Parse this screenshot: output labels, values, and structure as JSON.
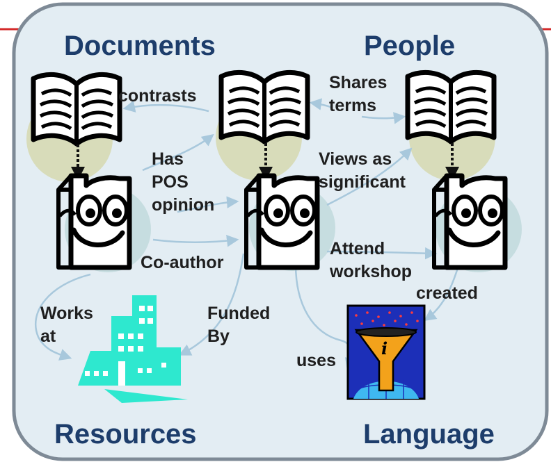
{
  "categories": {
    "documents": "Documents",
    "people": "People",
    "resources": "Resources",
    "language": "Language"
  },
  "relations": {
    "contrasts": "contrasts",
    "shares_terms": [
      "Shares",
      "terms"
    ],
    "has_pos_opinion": [
      "Has",
      "POS",
      "opinion"
    ],
    "views_as_significant": [
      "Views as",
      "significant"
    ],
    "co_author": "Co-author",
    "attend_workshop": [
      "Attend",
      "workshop"
    ],
    "created": "created",
    "works_at": [
      "Works",
      "at"
    ],
    "funded_by": [
      "Funded",
      "By"
    ],
    "uses": "uses"
  },
  "icons": [
    "open-book-icon",
    "smiley-document-icon",
    "office-building-icon",
    "information-funnel-icon"
  ],
  "colors": {
    "panel_fill": "#e3edf3",
    "panel_border": "#7e8a96",
    "category_text": "#1d3d6b",
    "arrow": "#a8c8dc",
    "book_circle": "#d8dcba",
    "face_circle": "#c6dde0",
    "building": "#2ee8cf",
    "accent_line": "#d42a2a"
  }
}
